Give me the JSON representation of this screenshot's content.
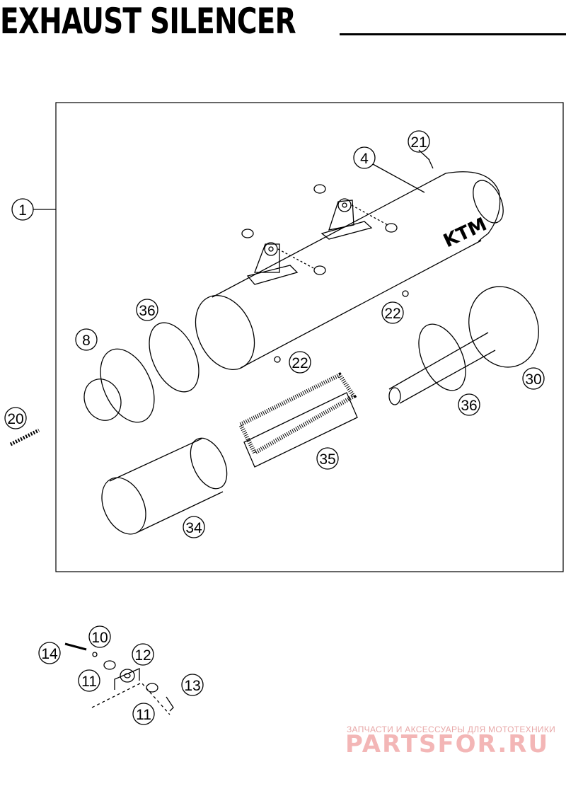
{
  "title": "EXHAUST SILENCER",
  "callouts": {
    "c1": "1",
    "c4": "4",
    "c8": "8",
    "c10": "10",
    "c11a": "11",
    "c11b": "11",
    "c12": "12",
    "c13": "13",
    "c14": "14",
    "c20": "20",
    "c21": "21",
    "c22a": "22",
    "c22b": "22",
    "c30": "30",
    "c34": "34",
    "c35": "35",
    "c36a": "36",
    "c36b": "36"
  },
  "watermark": {
    "caption": "ЗАПЧАСТИ И АКСЕССУАРЫ ДЛЯ МОТОТЕХНИКИ",
    "logo": "PARTSFOR.RU"
  },
  "brand_mark": "KTM",
  "colors": {
    "line": "#000000",
    "watermark": "#f3b6b6"
  }
}
